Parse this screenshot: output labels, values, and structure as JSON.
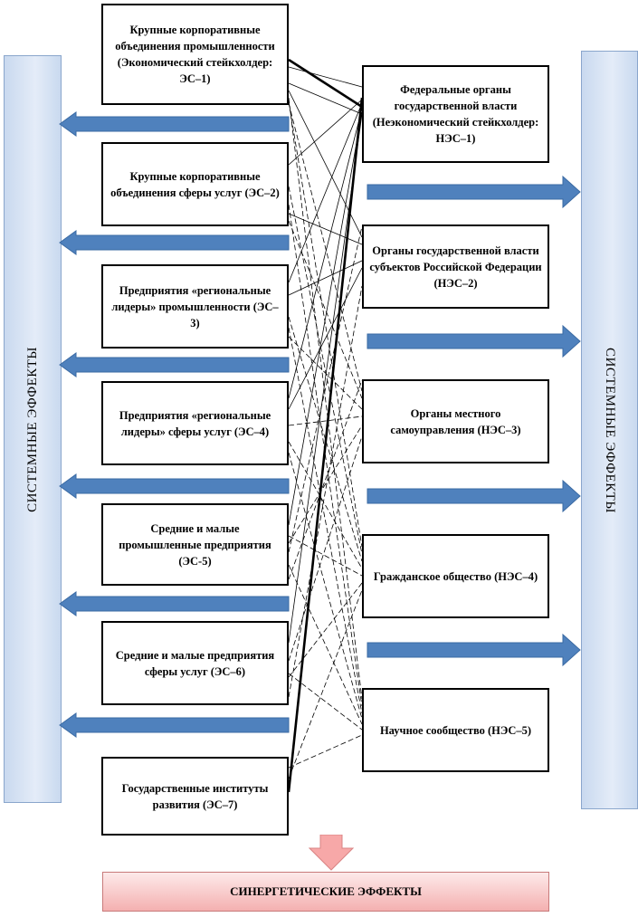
{
  "side_labels": {
    "left": "СИСТЕМНЫЕ ЭФФЕКТЫ",
    "right": "СИСТЕМНЫЕ ЭФФЕКТЫ"
  },
  "economic_stakeholders": [
    {
      "id": "ЭС-1",
      "text": "Крупные корпоративные объединения промышленности (Экономический стейкхолдер: ЭС–1)"
    },
    {
      "id": "ЭС-2",
      "text": "Крупные корпоративные объединения сферы услуг (ЭС–2)"
    },
    {
      "id": "ЭС-3",
      "text": "Предприятия «региональные лидеры» промышленности (ЭС–3)"
    },
    {
      "id": "ЭС-4",
      "text": "Предприятия «региональные лидеры» сферы услуг (ЭС–4)"
    },
    {
      "id": "ЭС-5",
      "text": "Средние и малые промышленные предприятия (ЭС-5)"
    },
    {
      "id": "ЭС-6",
      "text": "Средние и малые предприятия сферы услуг (ЭС–6)"
    },
    {
      "id": "ЭС-7",
      "text": "Государственные институты развития (ЭС–7)"
    }
  ],
  "non_economic_stakeholders": [
    {
      "id": "НЭС-1",
      "text": "Федеральные органы государственной власти (Неэкономический стейкхолдер: НЭС–1)"
    },
    {
      "id": "НЭС-2",
      "text": "Органы государственной власти субъектов Российской Федерации (НЭС–2)"
    },
    {
      "id": "НЭС-3",
      "text": "Органы местного самоуправления (НЭС–3)"
    },
    {
      "id": "НЭС-4",
      "text": "Гражданское общество (НЭС–4)"
    },
    {
      "id": "НЭС-5",
      "text": "Научное сообщество (НЭС–5)"
    }
  ],
  "synergy": "СИНЕРГЕТИЧЕСКИЕ ЭФФЕКТЫ",
  "colors": {
    "arrow_blue": "#4f81bd",
    "arrow_blue_dark": "#3a6aa3",
    "side_bar": "#d6e3f5",
    "synergy_pink": "#f4b0b0",
    "down_arrow": "#f7a8a8"
  }
}
